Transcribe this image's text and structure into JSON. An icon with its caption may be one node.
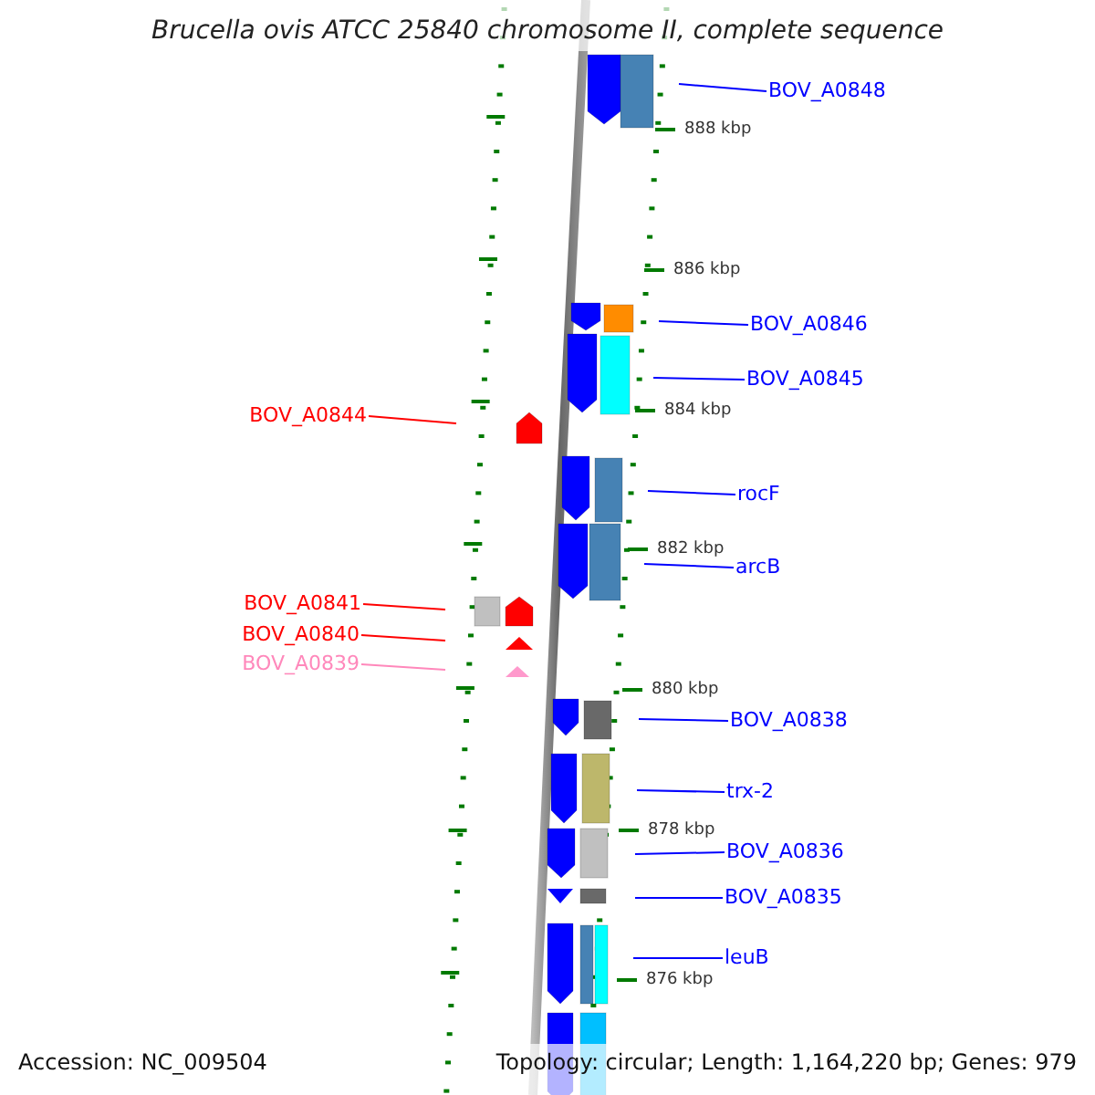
{
  "diagram": {
    "title": "Brucella ovis ATCC 25840 chromosome II, complete sequence",
    "nodes": [
      {
        "text": [
          "BOV_A0848"
        ]
      },
      {
        "text": [
          "BOV_A0846"
        ]
      },
      {
        "text": [
          "BOV_A0845"
        ]
      },
      {
        "text": [
          "BOV_A0844"
        ]
      },
      {
        "text": [
          "rocF"
        ]
      },
      {
        "text": [
          "arcB"
        ]
      },
      {
        "text": [
          "BOV_A0841"
        ]
      },
      {
        "text": [
          "BOV_A0840"
        ]
      },
      {
        "text": [
          "BOV_A0839"
        ]
      },
      {
        "text": [
          "BOV_A0838"
        ]
      },
      {
        "text": [
          "trx-2"
        ]
      },
      {
        "text": [
          "BOV_A0836"
        ]
      },
      {
        "text": [
          "BOV_A0835"
        ]
      },
      {
        "text": [
          "leuB"
        ]
      }
    ],
    "edges": [
      {
        "from": 0,
        "to": null,
        "arrow": "none"
      },
      {
        "from": 1,
        "to": null,
        "arrow": "none"
      },
      {
        "from": 2,
        "to": null,
        "arrow": "none"
      },
      {
        "from": 3,
        "to": null,
        "arrow": "none",
        "color": "#ff0000"
      },
      {
        "from": 4,
        "to": null,
        "arrow": "none"
      },
      {
        "from": 5,
        "to": null,
        "arrow": "none"
      },
      {
        "from": 6,
        "to": null,
        "arrow": "none",
        "color": "#ff0000"
      },
      {
        "from": 7,
        "to": null,
        "arrow": "none",
        "color": "#ff0000"
      },
      {
        "from": 8,
        "to": null,
        "arrow": "none",
        "color": "#ff88bb"
      },
      {
        "from": 9,
        "to": null,
        "arrow": "none"
      },
      {
        "from": 10,
        "to": null,
        "arrow": "none"
      },
      {
        "from": 11,
        "to": null,
        "arrow": "none"
      },
      {
        "from": 12,
        "to": null,
        "arrow": "none"
      },
      {
        "from": 13,
        "to": null,
        "arrow": "none"
      }
    ],
    "labels": [
      "888 kbp",
      "886 kbp",
      "884 kbp",
      "882 kbp",
      "880 kbp",
      "878 kbp",
      "876 kbp",
      "Accession: NC_009504",
      "Topology: circular; Length: 1,164,220 bp; Genes: 979"
    ]
  }
}
